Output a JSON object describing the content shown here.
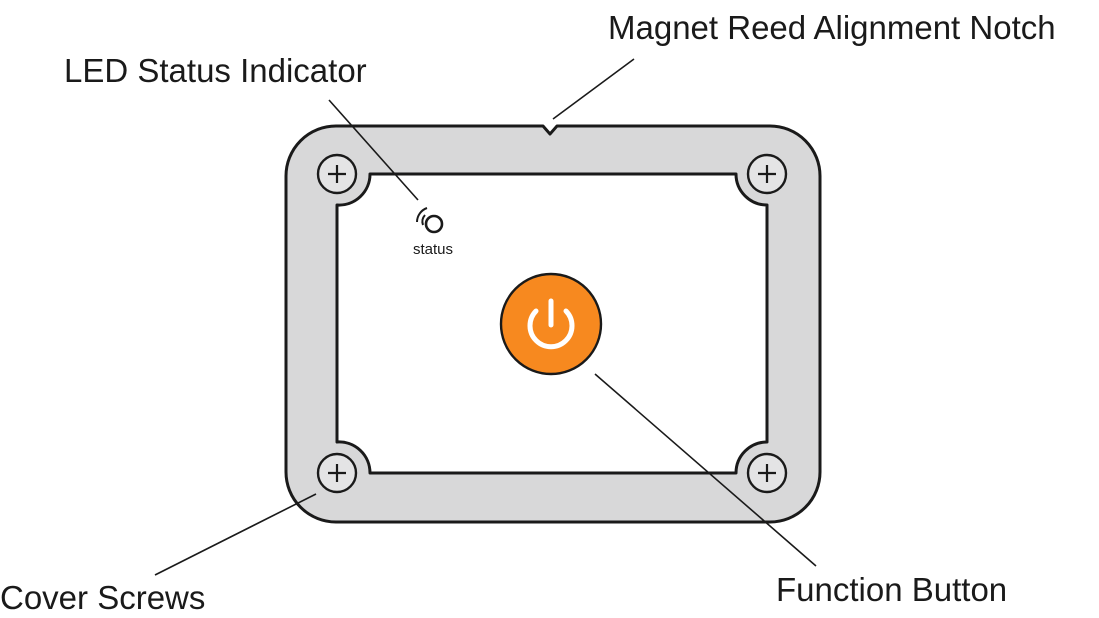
{
  "callouts": {
    "notch": "Magnet Reed Alignment Notch",
    "led": "LED Status Indicator",
    "screws": "Cover Screws",
    "button": "Function Button"
  },
  "device": {
    "led_label": "status"
  },
  "colors": {
    "frame": "#d8d8d9",
    "outline": "#1a1a1a",
    "panel": "#ffffff",
    "button": "#f7891f",
    "screw": "#e4e4e5"
  },
  "icons": {
    "button": "power-icon",
    "led": "signal-led-icon",
    "screw": "plus-icon"
  }
}
